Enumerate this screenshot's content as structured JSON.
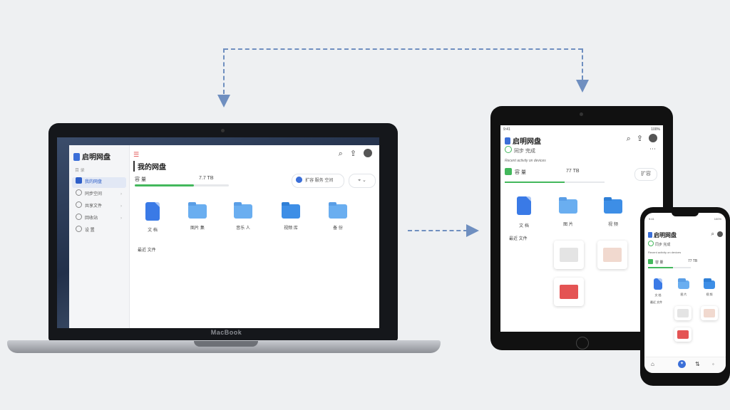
{
  "colors": {
    "accent": "#3b6fd8",
    "storage_green": "#43b85c",
    "menu_red": "#e04848",
    "connector": "#6f8fc0"
  },
  "laptop": {
    "brand": "MacBook",
    "app": {
      "logo_text": "启明网盘",
      "section_label": "目 录",
      "nav": [
        {
          "label": "我的网盘",
          "icon": "drive-icon",
          "active": true
        },
        {
          "label": "同步空间",
          "icon": "sync-icon",
          "active": false
        },
        {
          "label": "共享文件",
          "icon": "share-icon",
          "active": false
        },
        {
          "label": "回收站",
          "icon": "trash-icon",
          "active": false
        },
        {
          "label": "设 置",
          "icon": "gear-icon",
          "active": false
        }
      ],
      "page_title": "我的网盘",
      "storage_label": "容 量",
      "storage_value": "7.7 TB",
      "storage_fraction": 0.63,
      "upgrade_text": "扩容 服务 空间",
      "files": [
        {
          "label": "文 档",
          "icon": "doc-icon"
        },
        {
          "label": "图片 集",
          "icon": "folder-icon"
        },
        {
          "label": "音乐 人",
          "icon": "folder-icon"
        },
        {
          "label": "视频 库",
          "icon": "folder-icon"
        },
        {
          "label": "备 份",
          "icon": "folder-icon"
        }
      ],
      "extra_label": "最近 文件"
    }
  },
  "tablet": {
    "status_time": "9:41",
    "status_right": "100%",
    "title": "启明网盘",
    "sub_label": "同步 完成",
    "section": "Recent activity on devices",
    "storage_label": "容 量",
    "storage_value": "77 TB",
    "storage_fraction": 0.6,
    "storage_button": "扩容",
    "files": [
      {
        "label": "文 档",
        "icon": "doc-icon"
      },
      {
        "label": "图 片",
        "icon": "folder-icon"
      },
      {
        "label": "视 频",
        "icon": "folder-icon"
      }
    ],
    "extra_label": "最近 文件"
  },
  "phone": {
    "status_time": "9:41",
    "status_right": "100%",
    "title": "启明网盘",
    "sub_label": "同步 完成",
    "section": "Recent activity on devices",
    "storage_label": "容 量",
    "storage_value": "77 TB",
    "storage_fraction": 0.58,
    "files": [
      {
        "label": "文 档"
      },
      {
        "label": "图 片"
      },
      {
        "label": "视 频"
      }
    ],
    "extra_label": "最近 文件",
    "tabs": [
      "home-icon",
      "files-icon",
      "share-icon",
      "profile-icon"
    ]
  }
}
